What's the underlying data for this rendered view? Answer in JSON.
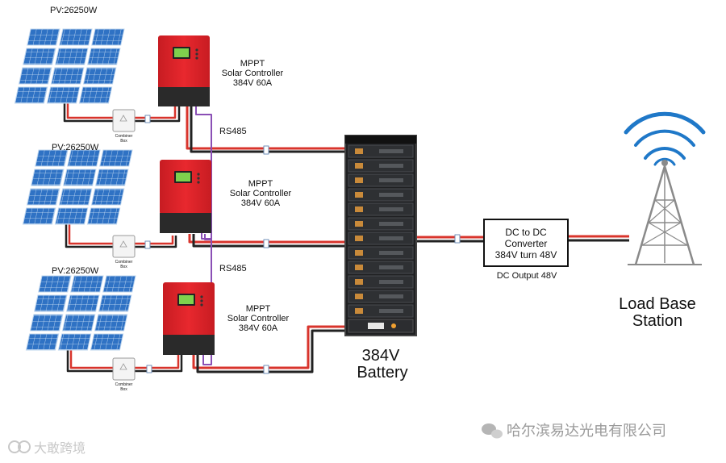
{
  "pv_labels": [
    "PV:26250W",
    "PV:26250W",
    "PV:26250W"
  ],
  "combiner_label_line1": "Combiner",
  "combiner_label_line2": "Box",
  "controller_label": {
    "line1": "MPPT",
    "line2": "Solar Controller",
    "line3": "384V 60A"
  },
  "comm_labels": [
    "RS485",
    "RS485"
  ],
  "battery_label": {
    "line1": "384V",
    "line2": "Battery"
  },
  "converter": {
    "line1": "DC to DC",
    "line2": "Converter",
    "line3": "384V turn 48V"
  },
  "dc_output_label": "DC Output 48V",
  "load_label": {
    "line1": "Load Base",
    "line2": "Station"
  },
  "watermark_right": "哈尔滨易达光电有限公司",
  "watermark_left": "大敢跨境",
  "colors": {
    "controller_red": "#e2242a",
    "controller_dark": "#2a2a2a",
    "battery_dark": "#1f2022",
    "panel_blue": "#2f72c4",
    "cable_red": "#d8342c",
    "cable_black": "#222222",
    "rs485_purple": "#8a4fb5",
    "tower_gray": "#8a8a8a",
    "signal_blue": "#1f78c8"
  }
}
